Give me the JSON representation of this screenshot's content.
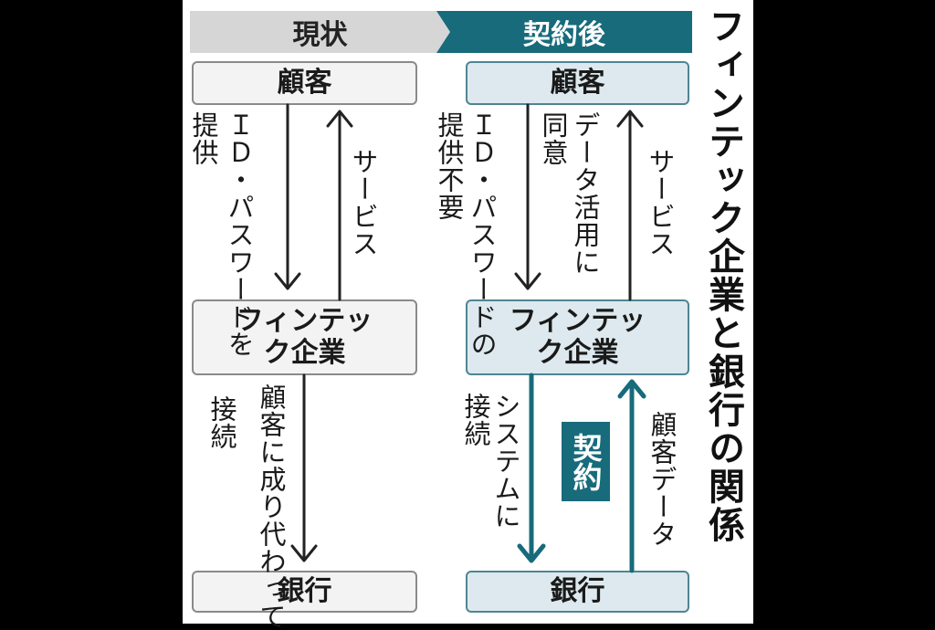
{
  "title": "フィンテック企業と銀行の関係",
  "headers": {
    "current": "現状",
    "after": "契約後"
  },
  "current": {
    "customer": "顧客",
    "fintech": "フィンテック企業",
    "bank": "銀行",
    "label_id_1": "ＩＤ・パスワードを",
    "label_id_2": "提供",
    "label_service": "サービス",
    "label_connect_1": "顧客に成り代わって",
    "label_connect_2": "接続"
  },
  "after": {
    "customer": "顧客",
    "fintech": "フィンテック企業",
    "bank": "銀行",
    "label_id_1": "ＩＤ・パスワードの",
    "label_id_2": "提供不要",
    "label_consent_1": "データ活用に",
    "label_consent_2": "同意",
    "label_service": "サービス",
    "label_system_1": "システムに",
    "label_system_2": "接続",
    "label_customer_data": "顧客データ",
    "contract": "契約"
  },
  "colors": {
    "teal": "#176b7b",
    "gray": "#d6d6d6",
    "light_blue": "#dde9ee"
  }
}
